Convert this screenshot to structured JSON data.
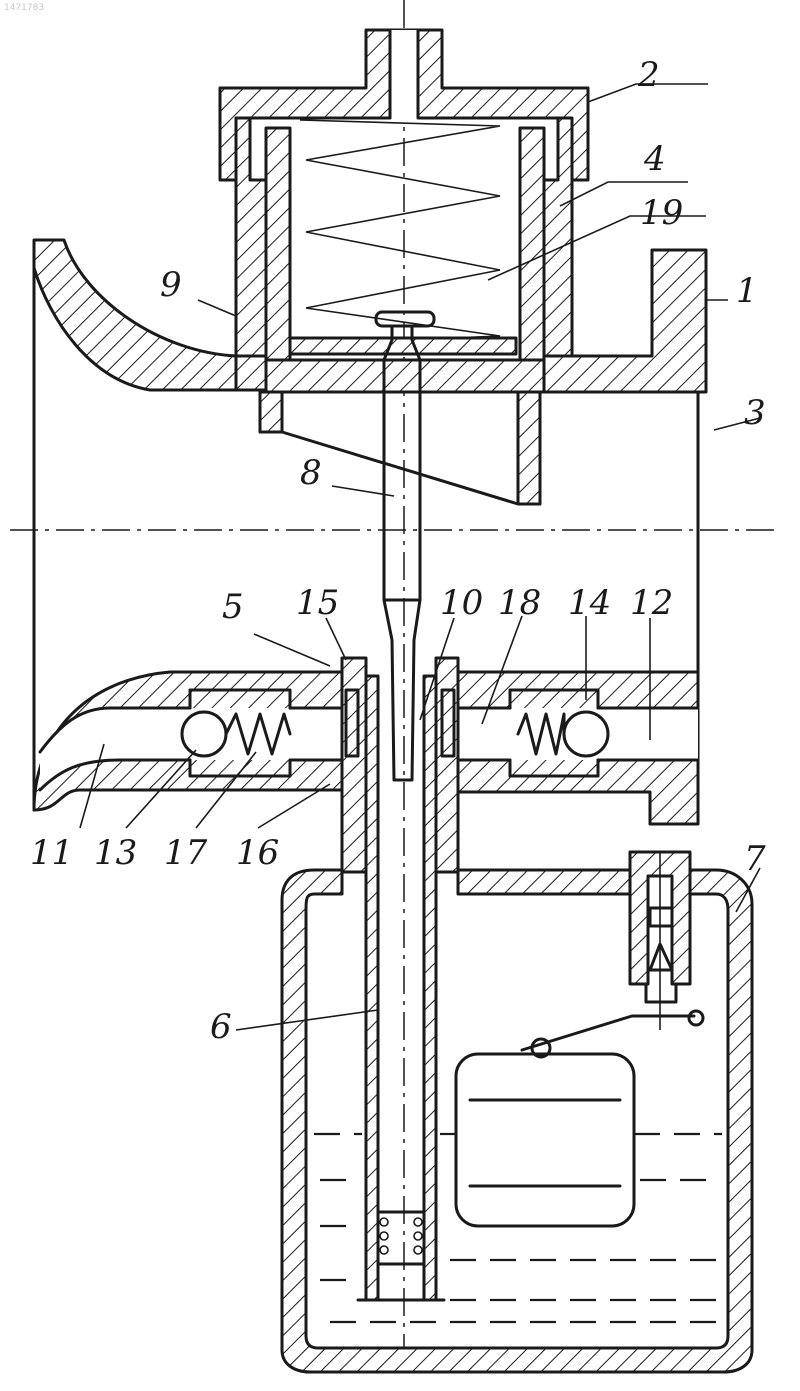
{
  "watermark": "1471783",
  "labels": {
    "l1": "1",
    "l2": "2",
    "l3": "3",
    "l4": "4",
    "l5": "5",
    "l6": "6",
    "l7": "7",
    "l8": "8",
    "l9": "9",
    "l10": "10",
    "l11": "11",
    "l12": "12",
    "l13": "13",
    "l14": "14",
    "l15": "15",
    "l16": "16",
    "l17": "17",
    "l18": "18",
    "l19": "19"
  }
}
